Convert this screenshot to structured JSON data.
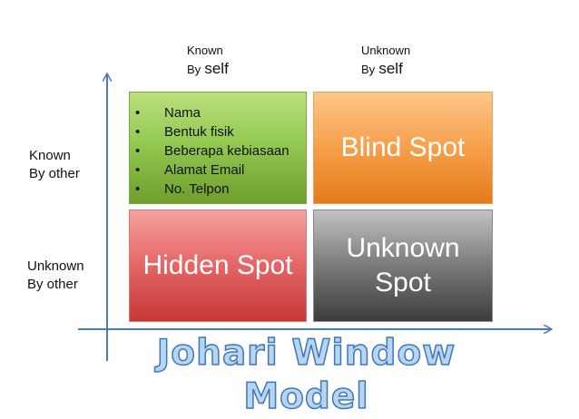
{
  "columns": [
    {
      "line1": "Known",
      "prefix": "By",
      "word": "self"
    },
    {
      "line1": "Unknown",
      "prefix": "By",
      "word": "self"
    }
  ],
  "rows": [
    {
      "line1": "Known",
      "line2": "By other"
    },
    {
      "line1": "Unknown",
      "line2": "By other"
    }
  ],
  "open_items": [
    "Nama",
    "Bentuk fisik",
    "Beberapa kebiasaan",
    "Alamat Email",
    "No. Telpon"
  ],
  "bullet": "•",
  "blind_label": "Blind Spot",
  "hidden_label": "Hidden Spot",
  "unknown_label": {
    "line1": "Unknown",
    "line2": "Spot"
  },
  "title": "Johari Window Model",
  "colors": {
    "axis": "#4a7ab8",
    "open": "#94c952",
    "blind": "#f6a04b",
    "hidden": "#e56565",
    "unknown": "#7a7a7a",
    "title_fill": "#b7d4f1",
    "title_stroke": "#3f78b7"
  }
}
